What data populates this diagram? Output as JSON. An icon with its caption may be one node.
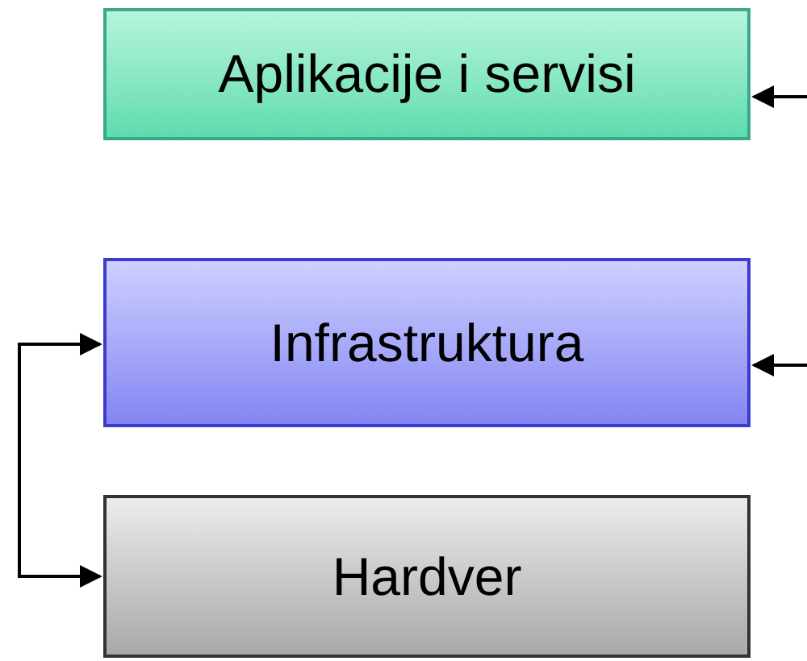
{
  "diagram": {
    "nodes": [
      {
        "text": [
          "Aplikacije i servisi"
        ]
      },
      {
        "text": [
          "Infrastruktura"
        ]
      },
      {
        "text": [
          "Hardver"
        ]
      }
    ],
    "edges": [
      {
        "from": null,
        "to": 0,
        "arrow": "to"
      },
      {
        "from": null,
        "to": 1,
        "arrow": "to"
      },
      {
        "from": 1,
        "to": 2,
        "arrow": "both"
      }
    ]
  }
}
